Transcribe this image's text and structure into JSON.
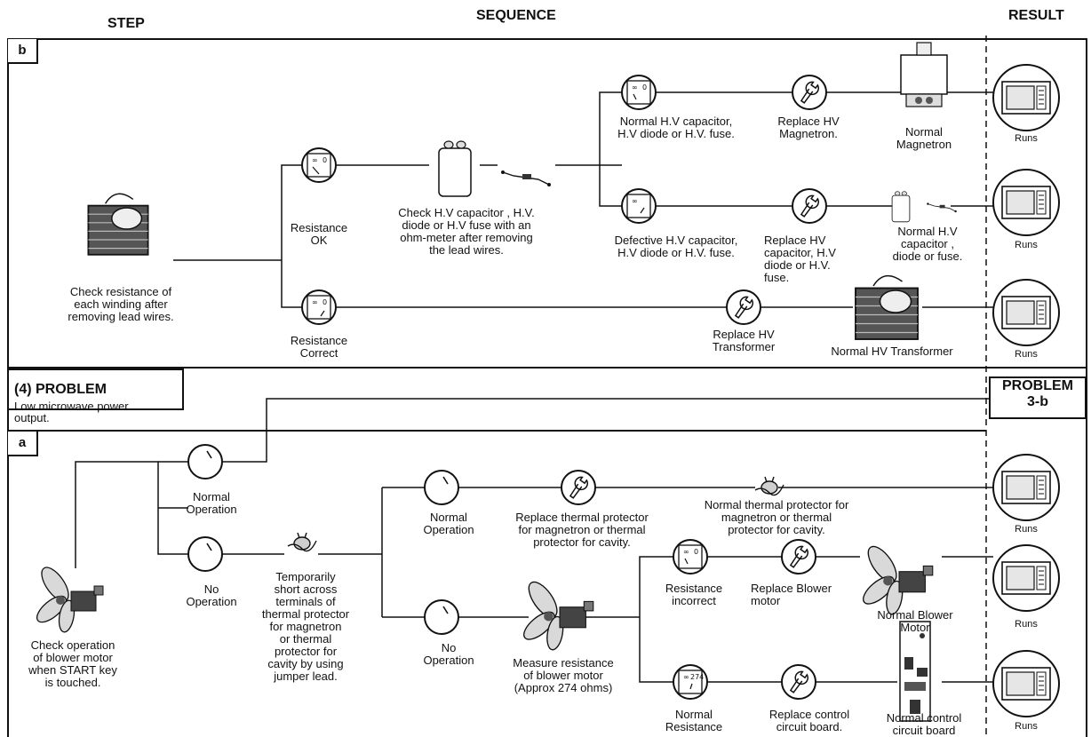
{
  "headers": {
    "step": "STEP",
    "sequence": "SEQUENCE",
    "result": "RESULT"
  },
  "section_b": {
    "tag": "b",
    "check_transformer": "Check resistance of\neach winding after\nremoving lead wires.",
    "resistance_ok": "Resistance\nOK",
    "resistance_correct": "Resistance\nCorrect",
    "check_capacitor": "Check H.V capacitor , H.V.\ndiode or H.V fuse with an\nohm-meter after removing\nthe lead wires.",
    "normal_hv_parts": "Normal H.V capacitor,\nH.V diode or H.V. fuse.",
    "replace_magnetron": "Replace HV\nMagnetron.",
    "normal_magnetron": "Normal\nMagnetron",
    "defective_hv_parts": "Defective H.V capacitor,\nH.V diode or H.V. fuse.",
    "replace_hv_parts": "Replace HV\ncapacitor, H.V\ndiode or H.V.\nfuse.",
    "normal_hv_capacitor": "Normal H.V\ncapacitor ,\ndiode or fuse.",
    "replace_transformer": "Replace HV\nTransformer",
    "normal_transformer": "Normal HV Transformer"
  },
  "problem": {
    "title": "(4) PROBLEM",
    "description": "Low microwave power\noutput.",
    "reference": "PROBLEM\n3-b"
  },
  "section_a": {
    "tag": "a",
    "check_blower": "Check operation\nof blower motor\nwhen START key\nis touched.",
    "normal_operation_1": "Normal\nOperation",
    "no_operation_1": "No\nOperation",
    "short_terminals": "Temporarily\nshort across\nterminals of\nthermal protector\nfor magnetron\nor thermal\nprotector for\ncavity by using\njumper lead.",
    "normal_operation_2": "Normal\nOperation",
    "replace_thermal": "Replace thermal protector\nfor magnetron or thermal\nprotector for cavity.",
    "normal_thermal": "Normal thermal protector for\nmagnetron or thermal\nprotector for cavity.",
    "no_operation_2": "No\nOperation",
    "measure_blower": "Measure resistance\nof blower motor\n(Approx 274 ohms)",
    "resistance_incorrect": "Resistance\nincorrect",
    "replace_blower": "Replace Blower\nmotor",
    "normal_blower": "Normal Blower\nMotor",
    "normal_resistance": "Normal\nResistance",
    "replace_control": "Replace control\ncircuit board.",
    "normal_control": "Normal control\ncircuit board"
  },
  "results": {
    "runs_label": "Runs"
  },
  "meter_readings": {
    "infinity": "∞",
    "zero": "0",
    "value_274": "274"
  },
  "icon_names": [
    "ohmmeter-icon",
    "wrench-icon",
    "microwave-icon",
    "transformer-icon",
    "magnetron-icon",
    "capacitor-icon",
    "diode-icon",
    "thermal-protector-icon",
    "blower-fan-icon",
    "circuit-board-icon"
  ]
}
